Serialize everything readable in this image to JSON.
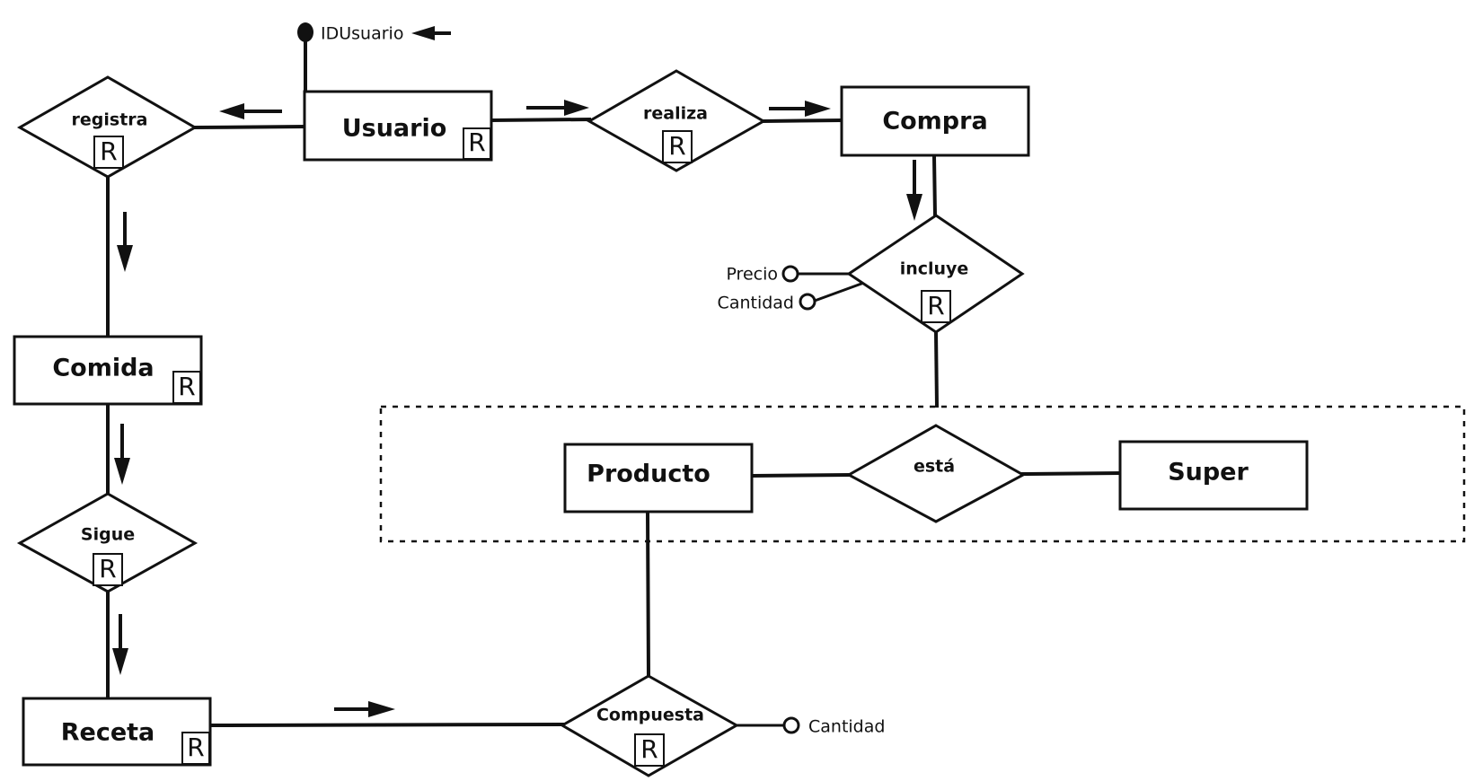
{
  "entities": {
    "usuario": "Usuario",
    "compra": "Compra",
    "comida": "Comida",
    "receta": "Receta",
    "producto": "Producto",
    "super": "Super"
  },
  "relationships": {
    "registra": "registra",
    "realiza": "realiza",
    "incluye": "incluye",
    "sigue": "Sigue",
    "esta": "está",
    "compuesta": "Compuesta"
  },
  "attributes": {
    "id_usuario": "IDUsuario",
    "precio": "Precio",
    "cantidad_incluye": "Cantidad",
    "cantidad_compuesta": "Cantidad"
  },
  "markers": {
    "recursive": "R"
  }
}
